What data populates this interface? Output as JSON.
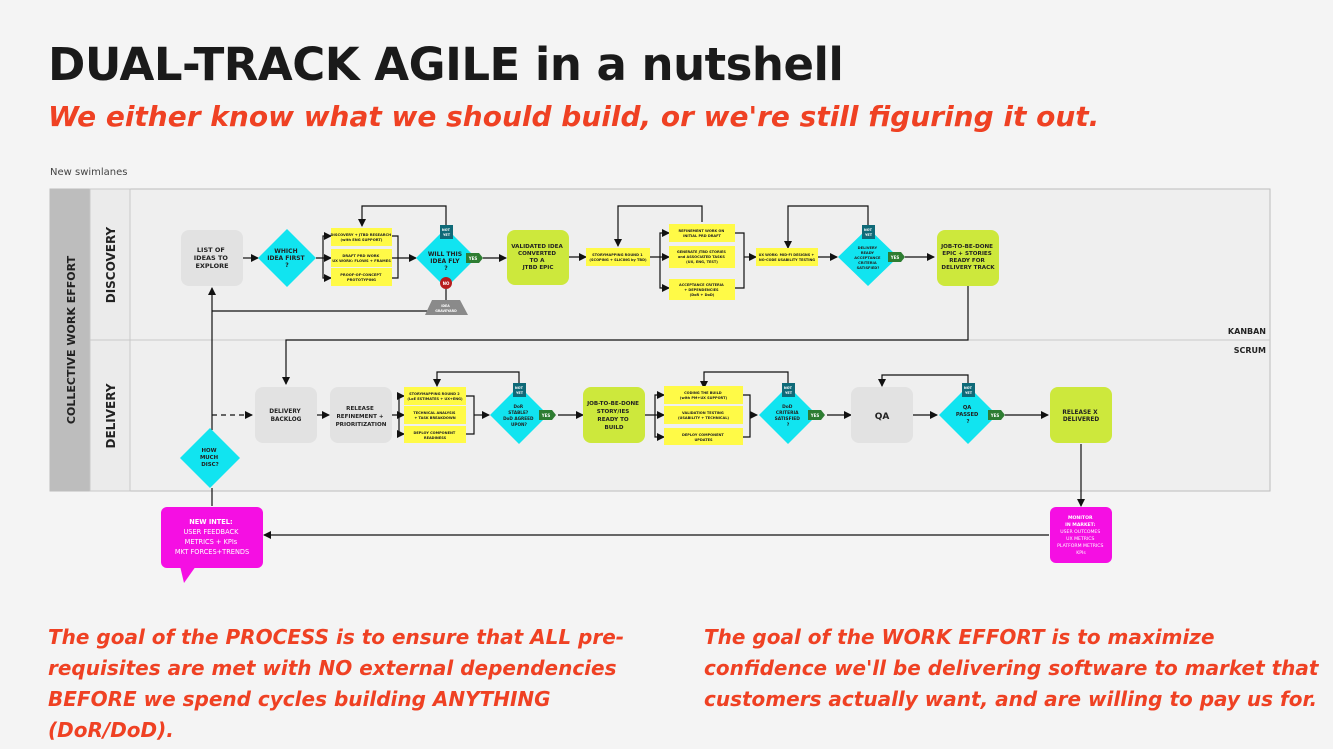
{
  "header": {
    "title": "DUAL-TRACK AGILE in a nutshell",
    "subtitle": "We either know what we should build, or we're still figuring it out.",
    "frame_label": "New swimlanes"
  },
  "lanes": {
    "outer": "COLLECTIVE WORK EFFORT",
    "discovery": "DISCOVERY",
    "delivery": "DELIVERY",
    "kanban": "KANBAN",
    "scrum": "SCRUM"
  },
  "discovery": {
    "list_ideas": [
      "LIST OF",
      "IDEAS TO",
      "EXPLORE"
    ],
    "which_idea": [
      "WHICH",
      "IDEA FIRST",
      "?"
    ],
    "task_research": [
      "DISCOVERY + JTBD RESEARCH",
      "(with ENG SUPPORT)"
    ],
    "task_draft": [
      "DRAFT PRD WORK",
      "UX WORK: FLOWS + FRAMES"
    ],
    "task_poc": [
      "PROOF-OF-CONCEPT",
      "PROTOTYPING"
    ],
    "will_idea_fly": [
      "WILL THIS",
      "IDEA FLY",
      "?"
    ],
    "not_yet": [
      "NOT",
      "YET"
    ],
    "yes": "YES",
    "no": "NO",
    "idea_graveyard": [
      "IDEA",
      "GRAVEYARD"
    ],
    "validated": [
      "VALIDATED IDEA",
      "CONVERTED",
      "TO A",
      "JTBD EPIC"
    ],
    "storymapping1": [
      "STORYMAPPING ROUND 1",
      "(SCOPING + SLICING by TBD)"
    ],
    "refinement_prd": [
      "REFINEMENT WORK ON",
      "INITIAL PRD DRAFT"
    ],
    "generate_stories": [
      "GENERATE JTBD STORIES",
      "and ASSOCIATED TASKS",
      "(UX, ENG, TEST)"
    ],
    "acceptance": [
      "ACCEPTANCE CRITERIA",
      "+ DEPENDENCIES",
      "(DoR + DoD)"
    ],
    "ux_work": [
      "UX WORK: MID-FI DESIGNS +",
      "NO-CODE USABILITY TESTING"
    ],
    "delivery_ready": [
      "DELIVERY",
      "READY",
      "ACCEPTANCE",
      "CRITERIA",
      "SATISFIED?"
    ],
    "jtbd_epic_ready": [
      "JOB-TO-BE-DONE",
      "EPIC + STORIES",
      "READY FOR",
      "DELIVERY TRACK"
    ]
  },
  "delivery": {
    "backlog": [
      "DELIVERY",
      "BACKLOG"
    ],
    "release_refinement": [
      "RELEASE",
      "REFINEMENT +",
      "PRIORITIZATION"
    ],
    "storymapping2": [
      "STORYMAPPING ROUND 2",
      "(LoE ESTIMATES + UX+ENG)"
    ],
    "technical_analysis": [
      "TECHNICAL ANALYSIS",
      "+ TASK BREAKDOWN"
    ],
    "deploy_readiness": [
      "DEPLOY COMPONENT",
      "READINESS"
    ],
    "dor_agreed": [
      "DoR",
      "STABLE?",
      "DoD AGREED",
      "UPON?"
    ],
    "stories_ready": [
      "JOB-TO-BE-DONE",
      "STORY/IES",
      "READY TO",
      "BUILD"
    ],
    "coding": [
      "CODING THE BUILD",
      "(with PM+UX SUPPORT)"
    ],
    "validation": [
      "VALIDATION TESTING",
      "(USABILITY + TECHNICAL)"
    ],
    "deploy_updates": [
      "DEPLOY COMPONENT",
      "UPDATES"
    ],
    "dod_satisfied": [
      "DoD",
      "CRITERIA",
      "SATISFIED",
      "?"
    ],
    "qa": "QA",
    "qa_passed": [
      "QA",
      "PASSED",
      "?"
    ],
    "release_delivered": [
      "RELEASE X",
      "DELIVERED"
    ],
    "how_much_disc": [
      "HOW",
      "MUCH",
      "DISC?"
    ],
    "new_intel": [
      "NEW INTEL:",
      "USER FEEDBACK",
      "METRICS + KPIs",
      "MKT FORCES+TRENDS"
    ],
    "monitor": [
      "MONITOR",
      "IN MARKET:",
      "USER OUTCOMES",
      "UX METRICS",
      "PLATFORM METRICS",
      "KPIs"
    ]
  },
  "notes": {
    "left": "The goal of the PROCESS is to ensure that ALL pre-requisites are met with NO external dependencies BEFORE we spend cycles building ANYTHING (DoR/DoD).",
    "right": "The goal of the WORK EFFORT is to maximize confidence we'll be delivering software to market that customers actually want, and are willing to pay us for."
  },
  "colors": {
    "accent": "#ef4123",
    "yellow": "#fffa47",
    "green": "#cde83c",
    "cyan": "#11e4f0",
    "magenta": "#f50fe3",
    "gray_box": "#e2e2e2",
    "teal_tag": "#0f6a78",
    "yes_tag": "#2e7d32",
    "no_tag": "#b71c1c"
  }
}
